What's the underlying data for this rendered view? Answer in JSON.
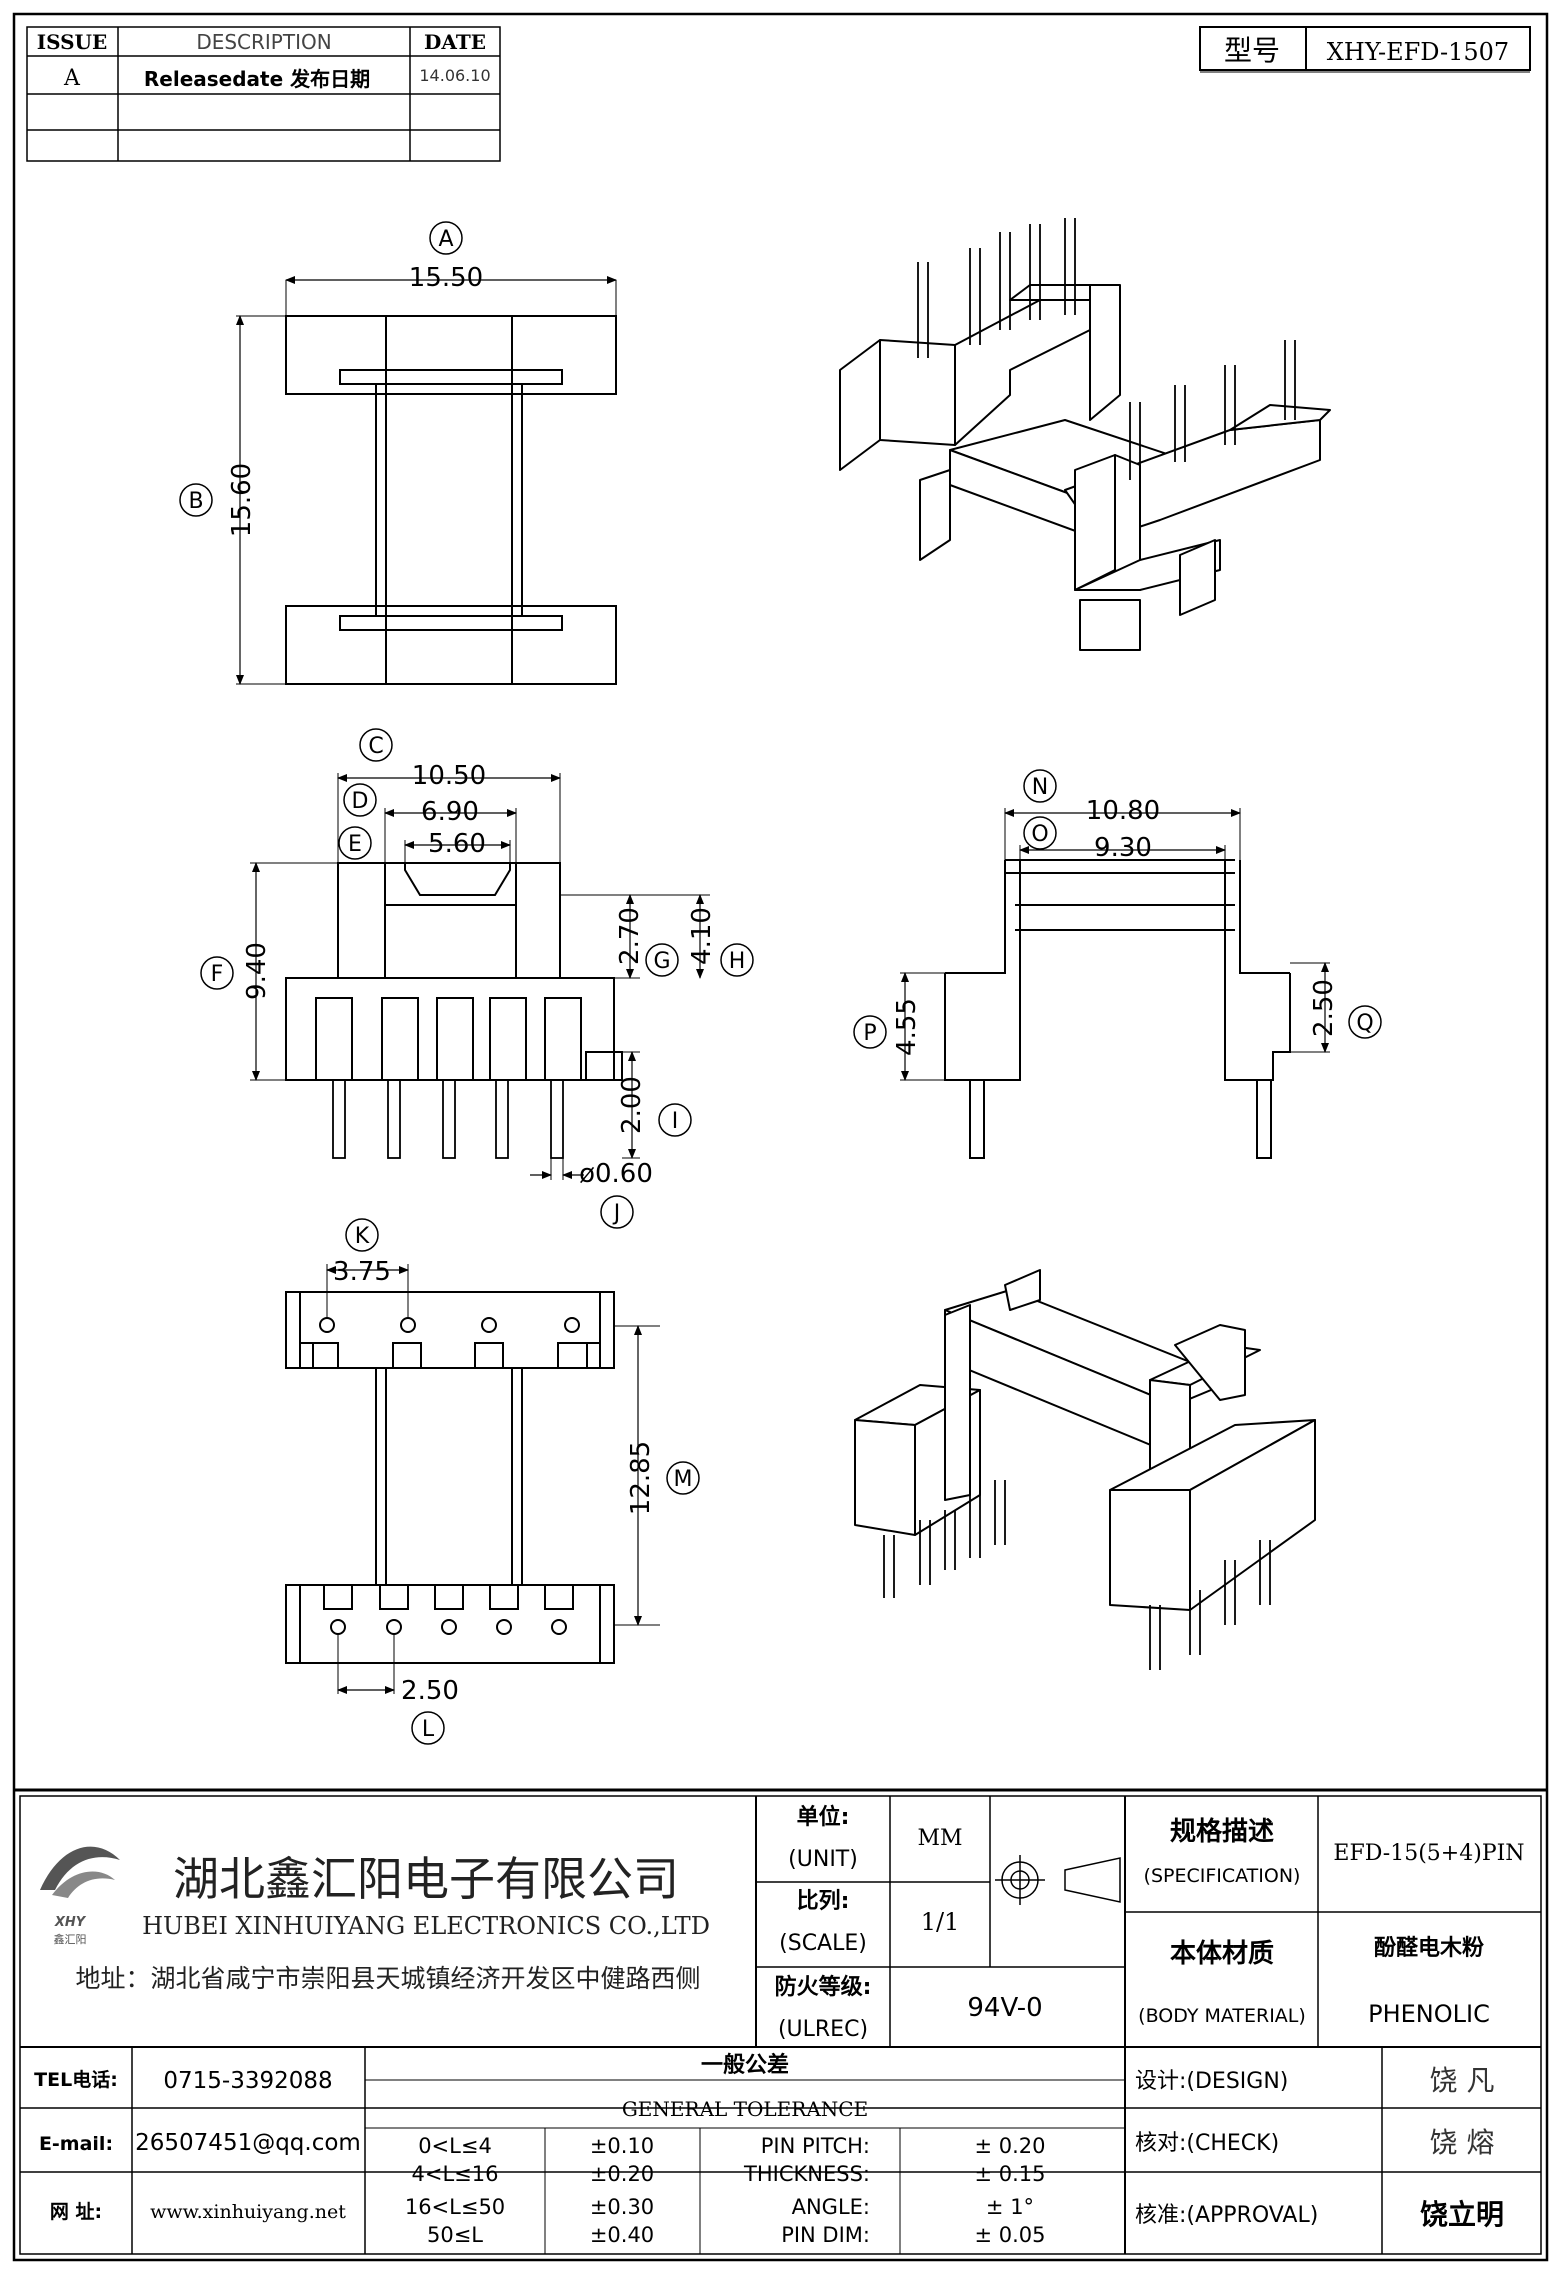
{
  "revision": {
    "headers": {
      "issue": "ISSUE",
      "description": "DESCRIPTION",
      "date": "DATE"
    },
    "rows": [
      {
        "issue": "A",
        "description": "Releasedate 发布日期",
        "date": "14.06.10"
      },
      {
        "issue": "",
        "description": "",
        "date": ""
      },
      {
        "issue": "",
        "description": "",
        "date": ""
      }
    ]
  },
  "model": {
    "label": "型号",
    "value": "XHY-EFD-1507"
  },
  "dimensions": {
    "A": {
      "letter": "A",
      "value": "15.50"
    },
    "B": {
      "letter": "B",
      "value": "15.60"
    },
    "C": {
      "letter": "C",
      "value": "10.50"
    },
    "D": {
      "letter": "D",
      "value": "6.90"
    },
    "E": {
      "letter": "E",
      "value": "5.60"
    },
    "F": {
      "letter": "F",
      "value": "9.40"
    },
    "G": {
      "letter": "G",
      "value": "2.70"
    },
    "H": {
      "letter": "H",
      "value": "4.10"
    },
    "I": {
      "letter": "I",
      "value": "2.00"
    },
    "J": {
      "letter": "J",
      "value": "ø0.60"
    },
    "K": {
      "letter": "K",
      "value": "3.75"
    },
    "L": {
      "letter": "L",
      "value": "2.50"
    },
    "M": {
      "letter": "M",
      "value": "12.85"
    },
    "N": {
      "letter": "N",
      "value": "10.80"
    },
    "O": {
      "letter": "O",
      "value": "9.30"
    },
    "P": {
      "letter": "P",
      "value": "4.55"
    },
    "Q": {
      "letter": "Q",
      "value": "2.50"
    }
  },
  "company": {
    "name_cn": "湖北鑫汇阳电子有限公司",
    "name_en": "HUBEI XINHUIYANG ELECTRONICS CO.,LTD",
    "logo_text": "XHY",
    "logo_sub": "鑫汇阳",
    "address": "地址：湖北省咸宁市崇阳县天城镇经济开发区中健路西侧"
  },
  "contact": {
    "tel_label": "TEL电话:",
    "tel": "0715-3392088",
    "email_label": "E-mail:",
    "email": "26507451@qq.com",
    "web_label": "网  址:",
    "web": "www.xinhuiyang.net"
  },
  "spec": {
    "unit_cn": "单位:",
    "unit_en": "(UNIT)",
    "unit": "MM",
    "scale_cn": "比列:",
    "scale_en": "(SCALE)",
    "scale": "1/1",
    "fire_cn": "防火等级:",
    "fire_en": "(ULREC)",
    "fire": "94V-0",
    "specification_cn": "规格描述",
    "specification_en": "(SPECIFICATION)",
    "specification": "EFD-15(5+4)PIN",
    "material_cn": "本体材质",
    "material_en": "(BODY MATERIAL)",
    "material_cn_value": "酚醛电木粉",
    "material": "PHENOLIC"
  },
  "tolerance": {
    "title_cn": "一般公差",
    "title_en": "GENERAL TOLERANCE",
    "ranges": [
      {
        "range": "0<L≤4",
        "tol": "±0.10"
      },
      {
        "range": "4<L≤16",
        "tol": "±0.20"
      },
      {
        "range": "16<L≤50",
        "tol": "±0.30"
      },
      {
        "range": "50≤L",
        "tol": "±0.40"
      }
    ],
    "params": [
      {
        "name": "PIN PITCH:",
        "tol": "±  0.20"
      },
      {
        "name": "THICKNESS:",
        "tol": "±  0.15"
      },
      {
        "name": "ANGLE:",
        "tol": "±  1°"
      },
      {
        "name": "PIN DIM:",
        "tol": "±  0.05"
      }
    ]
  },
  "signoff": {
    "design_label": "设计:(DESIGN)",
    "design": "饶  凡",
    "check_label": "核对:(CHECK)",
    "check": "饶  熔",
    "approval_label": "核准:(APPROVAL)",
    "approval": "饶立明"
  }
}
